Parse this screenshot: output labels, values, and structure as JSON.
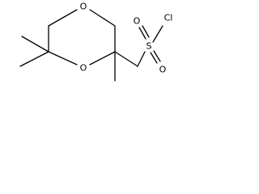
{
  "molecule": {
    "atoms": {
      "ring_oxygen_top": "O",
      "ring_oxygen_bottom": "O",
      "sulfonyl_sulfur": "S",
      "sulfonyl_oxygen_top": "O",
      "sulfonyl_oxygen_bottom": "O",
      "chlorine": "Cl"
    },
    "colors": {
      "bond": "#000000",
      "label": "#000000",
      "background": "#ffffff"
    }
  }
}
